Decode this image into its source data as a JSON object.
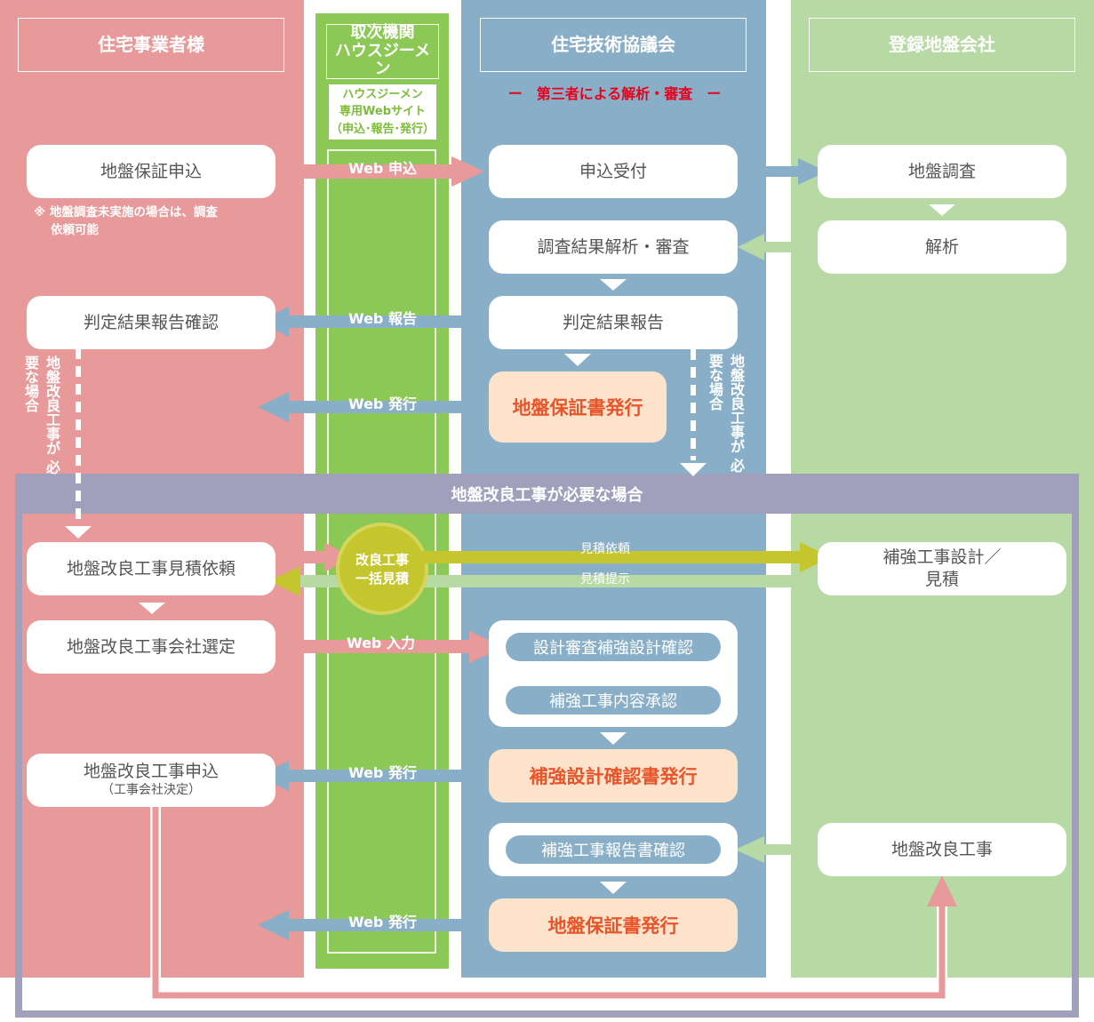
{
  "columns": {
    "builder": "住宅事業者様",
    "agency_line1": "取次機関",
    "agency_line2": "ハウスジーメン",
    "council": "住宅技術協議会",
    "ground_company": "登録地盤会社"
  },
  "agency_site": [
    "ハウスジーメン",
    "専用Webサイト",
    "（申込･報告･発行）"
  ],
  "third_party": "ー　第三者による解析・審査　ー",
  "builder_boxes": {
    "guarantee_application": "地盤保証申込",
    "note_line1": "※ 地盤調査未実施の場合は、調査",
    "note_line2": "依頼可能",
    "result_check": "判定結果報告確認",
    "improvement_estimate_request": "地盤改良工事見積依頼",
    "company_selection": "地盤改良工事会社選定",
    "improvement_application": "地盤改良工事申込",
    "improvement_application_sub": "（工事会社決定）"
  },
  "council_boxes": {
    "reception": "申込受付",
    "analysis_review": "調査結果解析・審査",
    "result_report": "判定結果報告",
    "guarantee_issue": "地盤保証書発行",
    "design_review": "設計審査補強設計確認",
    "content_approval": "補強工事内容承認",
    "confirmation_issue": "補強設計確認書発行",
    "report_check": "補強工事報告書確認",
    "guarantee_issue_final": "地盤保証書発行"
  },
  "ground_boxes": {
    "survey": "地盤調査",
    "analysis": "解析",
    "design_estimate_line1": "補強工事設計／",
    "design_estimate_line2": "見積",
    "improvement_work": "地盤改良工事"
  },
  "arrow_labels": {
    "web_application": "Web 申込",
    "web_report": "Web 報告",
    "web_issue_1": "Web 発行",
    "web_input": "Web 入力",
    "web_issue_2": "Web 発行",
    "web_issue_3": "Web 発行",
    "estimate_request": "見積依頼",
    "estimate_present": "見積提示"
  },
  "bulk_estimate": [
    "改良工事",
    "一括見積"
  ],
  "improvement_band": "地盤改良工事が必要な場合",
  "vertical_note_left": [
    "地盤改良工事が",
    "必要な場合"
  ],
  "vertical_note_right": [
    "地盤改良工事が",
    "必要な場合"
  ],
  "colors": {
    "builder": "#e79a99",
    "agency": "#8bc855",
    "council": "#89afc8",
    "ground_company": "#b7d9a3",
    "band": "#a1a0bc",
    "orange_text": "#e8552a",
    "estimate_arrow": "#c5c62e"
  }
}
